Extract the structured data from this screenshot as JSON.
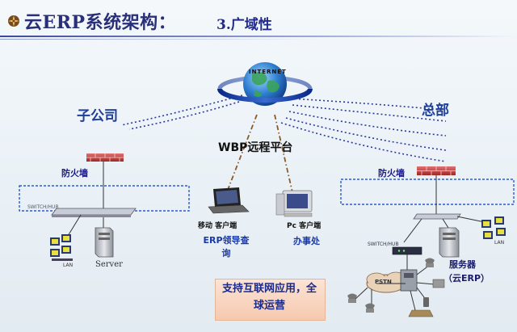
{
  "header": {
    "title": "云ERP系统架构：",
    "subtitle": "3.广域性"
  },
  "labels": {
    "internet": "INTERNET",
    "branch": "子公司",
    "hq": "总部",
    "wbp": "WBP远程平台",
    "firewall_left": "防火墙",
    "firewall_right": "防火墙",
    "switch_left": "SWITCH/HUB",
    "switch_right": "SWITCH/HUB",
    "lan_left": "LAN",
    "lan_right": "LAN",
    "server": "Server",
    "mobile_client": "移动 客户端",
    "pc_client": "Pc 客户端",
    "erp_query": "ERP领导查询",
    "office": "办事处",
    "servers": "服务器",
    "cloud_erp": "（云ERP）",
    "pstn": "PSTN"
  },
  "callout": {
    "text": "支持互联网应用，全球运营"
  },
  "colors": {
    "title": "#2a2f7a",
    "accent_blue": "#1f3f9a",
    "link_dotted": "#2a3a9a",
    "remote_link": "#8a5a2a",
    "firewall": "#c04040",
    "callout_bg": "#f6c9ae"
  },
  "icons": {
    "globe": "globe-icon",
    "firewall": "firewall-icon",
    "laptop": "laptop-icon",
    "pc": "desktop-pc-icon",
    "server": "server-tower-icon",
    "switch": "network-switch-icon",
    "lan": "workstation-group-icon",
    "cloud": "pstn-cloud-icon",
    "phone": "telephone-icon"
  }
}
